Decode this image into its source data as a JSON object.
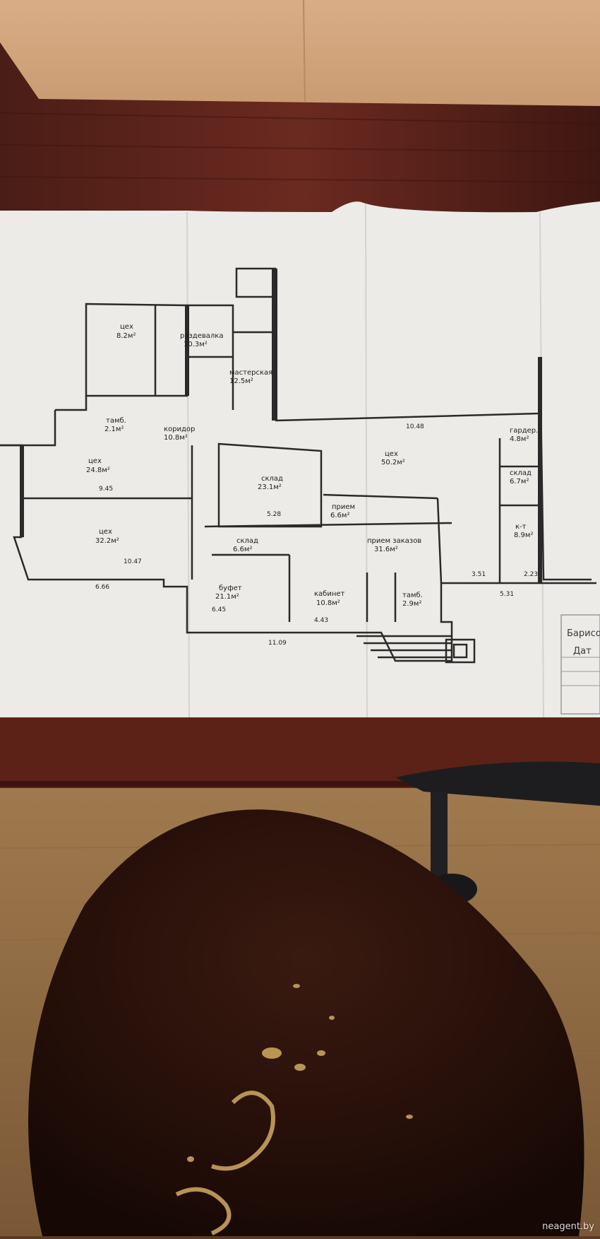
{
  "watermark": "neagent.by",
  "plan": {
    "rooms": [
      {
        "id": "14",
        "name": "цех",
        "area": "8.2м²"
      },
      {
        "id": "15",
        "name": "раздевалка",
        "area": "10.3м²"
      },
      {
        "id": "18",
        "name": "мастерская",
        "area": "12.5м²"
      },
      {
        "id": "9",
        "name": "тамб.",
        "area": "2.1м²"
      },
      {
        "id": "20",
        "name": "коридор",
        "area": "10.8м²"
      },
      {
        "id": "8",
        "name": "цех",
        "area": "24.8м²"
      },
      {
        "id": "21",
        "name": "склад",
        "area": "23.1м²"
      },
      {
        "id": "23",
        "name": "цех",
        "area": "50.2м²"
      },
      {
        "id": "24",
        "name": "гардер.",
        "area": "4.8м²"
      },
      {
        "id": "25",
        "name": "склад",
        "area": "6.7м²"
      },
      {
        "id": "7",
        "name": "цех",
        "area": "32.2м²"
      },
      {
        "id": "22",
        "name": "прием",
        "area": "6.6м²"
      },
      {
        "id": "6",
        "name": "склад",
        "area": "6.6м²"
      },
      {
        "id": "2",
        "name": "прием заказов",
        "area": "31.6м²"
      },
      {
        "id": "26",
        "name": "к-т",
        "area": "8.9м²"
      },
      {
        "id": "5",
        "name": "буфет",
        "area": "21.1м²"
      },
      {
        "id": "3",
        "name": "кабинет",
        "area": "10.8м²"
      },
      {
        "id": "4",
        "name": "тамб.",
        "area": "2.9м²"
      }
    ],
    "dimensions": [
      "10.48",
      "11.09",
      "9.45",
      "10.47",
      "6.66",
      "6.45",
      "4.43",
      "5.28",
      "3.51",
      "5.31",
      "2.23"
    ],
    "stamp_text": [
      "Барисо",
      "Дат"
    ]
  }
}
